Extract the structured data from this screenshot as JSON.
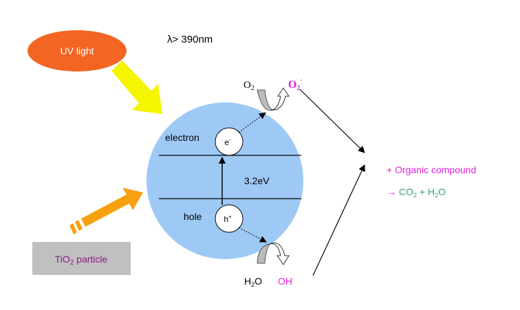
{
  "light_source": {
    "label": "UV light",
    "color": "#f26522"
  },
  "wavelength": "λ> 390nm",
  "particle": {
    "label_main": "TiO",
    "label_sub": "2",
    "label_rest": " particle",
    "text_color": "#8b1a8b",
    "box_color": "#c0c0c0"
  },
  "band": {
    "electron_label": "electron",
    "hole_label": "hole",
    "gap": "3.2eV",
    "electron_symbol": "e",
    "electron_sup": "-",
    "hole_symbol": "h",
    "hole_sup": "+",
    "circle_color": "#9ec9f5"
  },
  "oxygen": {
    "reactant": "O",
    "reactant_sub": "2",
    "product": "O",
    "product_sub": "2",
    "product_sup": "-"
  },
  "water": {
    "reactant": "H",
    "reactant_sub": "2",
    "reactant_rest": "O",
    "product": "OH",
    "product_sup": "-"
  },
  "reaction": {
    "line1": "+ Organic compound",
    "arrow": "→",
    "co2": "CO",
    "co2_sub": "2",
    "plus": " + H",
    "h2o_sub": "2",
    "h2o_rest": "O"
  },
  "colors": {
    "magenta": "#e020e0",
    "green": "#3a9e6e",
    "yellow_arrow": "#f5f500",
    "orange_arrow": "#f7a010"
  }
}
